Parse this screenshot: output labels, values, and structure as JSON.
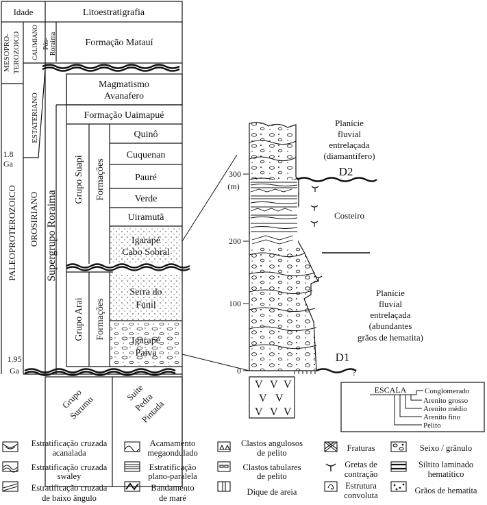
{
  "header": {
    "idade": "Idade",
    "litoestratigrafia": "Litoestratigrafia"
  },
  "eras": {
    "meso_line1": "MESOPRO-",
    "meso_line2": "TEROZOICO",
    "paleo": "PALEOPROTEROZOICO"
  },
  "periods": {
    "calimiano": "CALIMIANO",
    "estateriano": "ESTATERIANO",
    "orosiriano": "OROSIRIANO"
  },
  "ages": {
    "age_18_value": "1.8",
    "age_18_unit": "Ga",
    "age_195_value": "1.95",
    "age_195_unit": "Ga"
  },
  "units": {
    "pos_roraima_line1": "Pós-",
    "pos_roraima_line2": "Roraima",
    "formacao_matau": "Formação Matauí",
    "magmatismo_line1": "Magmatismo",
    "magmatismo_line2": "Avanafero",
    "uaimapue": "Formação Uaimapué",
    "supergrupo": "Supergrupo Roraima",
    "grupo_suapi": "Grupo Suapi",
    "grupo_arai": "Grupo Arai",
    "formacoes_upper": "Formações",
    "formacoes_lower": "Formações",
    "quino": "Quinô",
    "cuquenan": "Cuquenan",
    "paure": "Pauré",
    "verde": "Verde",
    "uiramuta": "Uiramutã",
    "igarape_cabo_line1": "Igarapé",
    "igarape_cabo_line2": "Cabo Sobral",
    "serra_funil_line1": "Serra do",
    "serra_funil_line2": "Funil",
    "igarape_paiva_line1": "Igarapé",
    "igarape_paiva_line2": "Paiva",
    "grupo_surumu_line1": "Grupo",
    "grupo_surumu_line2": "Surumu",
    "suite_line1": "Suite",
    "suite_line2": "Pedra",
    "suite_line3": "Pintada"
  },
  "column": {
    "axis_ticks": [
      "300",
      "200",
      "100",
      "0"
    ],
    "axis_unit": "(m)",
    "upper_env_line1": "Planície",
    "upper_env_line2": "fluvial",
    "upper_env_line3": "entrelaçada",
    "upper_env_line4": "(diamantífero)",
    "d2": "D2",
    "costeiro": "Costeiro",
    "lower_env_line1": "Planície",
    "lower_env_line2": "fluvial",
    "lower_env_line3": "entrelaçada",
    "lower_env_line4": "(abundantes",
    "lower_env_line5": "grãos de hematita)",
    "d1": "D1",
    "question": "?"
  },
  "escala": {
    "title": "ESCALA",
    "items": [
      "Conglomerado",
      "Arenito grosso",
      "Arenito médio",
      "Arenito fino",
      "Pelito"
    ]
  },
  "legend": {
    "col1": [
      {
        "line1": "Estratificação cruzada",
        "line2": "acanalada"
      },
      {
        "line1": "Estratificação cruzada",
        "line2": "swaley"
      },
      {
        "line1": "Estratificação cruzada",
        "line2": "de baixo ângulo"
      }
    ],
    "col2": [
      {
        "line1": "Acamamento",
        "line2": "megaondulado"
      },
      {
        "line1": "Estratificação",
        "line2": "plano-paralela"
      },
      {
        "line1": "Bandamento",
        "line2": "de maré"
      }
    ],
    "col3": [
      {
        "line1": "Clastos angulosos",
        "line2": "de pelito"
      },
      {
        "line1": "Clastos tabulares",
        "line2": "de pelito"
      },
      {
        "line1": "Dique de areia",
        "line2": ""
      }
    ],
    "col4": [
      {
        "line1": "Fraturas",
        "line2": ""
      },
      {
        "line1": "Gretas de",
        "line2": "contração"
      },
      {
        "line1": "Estrutura",
        "line2": "convoluta"
      }
    ],
    "col5": [
      {
        "line1": "Seixo / grânulo",
        "line2": ""
      },
      {
        "line1": "Siltito laminado",
        "line2": "hematítico"
      },
      {
        "line1": "Grãos de hematita",
        "line2": ""
      }
    ]
  }
}
